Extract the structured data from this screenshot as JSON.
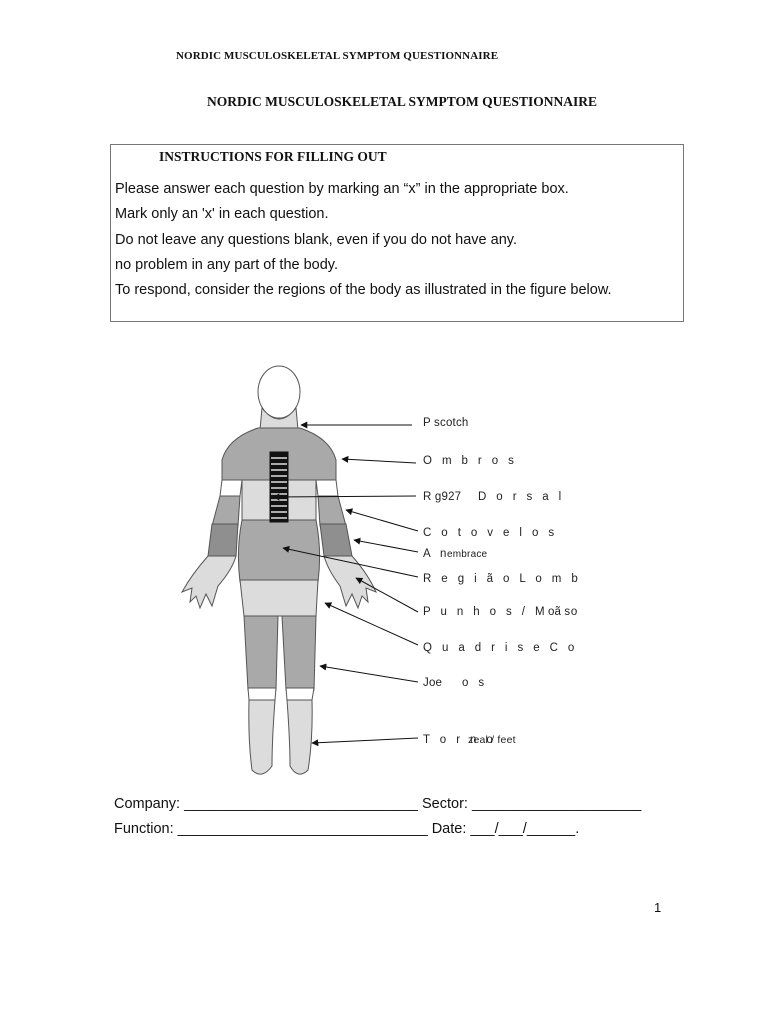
{
  "header": {
    "running_title": "NORDIC MUSCULOSKELETAL SYMPTOM QUESTIONNAIRE"
  },
  "title": "NORDIC MUSCULOSKELETAL SYMPTOM QUESTIONNAIRE",
  "instructions": {
    "heading": "INSTRUCTIONS FOR FILLING OUT",
    "lines": [
      "Please answer each question by marking an “x” in the appropriate box.",
      "Mark only an 'x' in each question.",
      "Do not leave any questions blank, even if you do not have any.",
      "no problem in any part of the body.",
      "To respond, consider the regions of the body as illustrated in the figure below."
    ]
  },
  "body_figure": {
    "labels": [
      "P scotch",
      "O m b r o s",
      "R g927",
      "D o r s a l",
      "C o t o v e l o s",
      "A n",
      "embrace",
      "R e g i ã o  L o m b a r",
      "P u n h o s / M ã o / D e d",
      "o s",
      "Q u a d r i s e  C o x a s",
      "Joe",
      "o s",
      "T o r n o",
      "zeal / feet"
    ]
  },
  "form": {
    "company": "Company: _____________________________ Sector: _____________________",
    "function": "Function: _______________________________ Date: ___/___/______."
  },
  "page_number": "1",
  "colors": {
    "region_dark": "#8f8f8f",
    "region_mid": "#a9a9a9",
    "region_light": "#dcdcdc",
    "outline": "#555555"
  }
}
